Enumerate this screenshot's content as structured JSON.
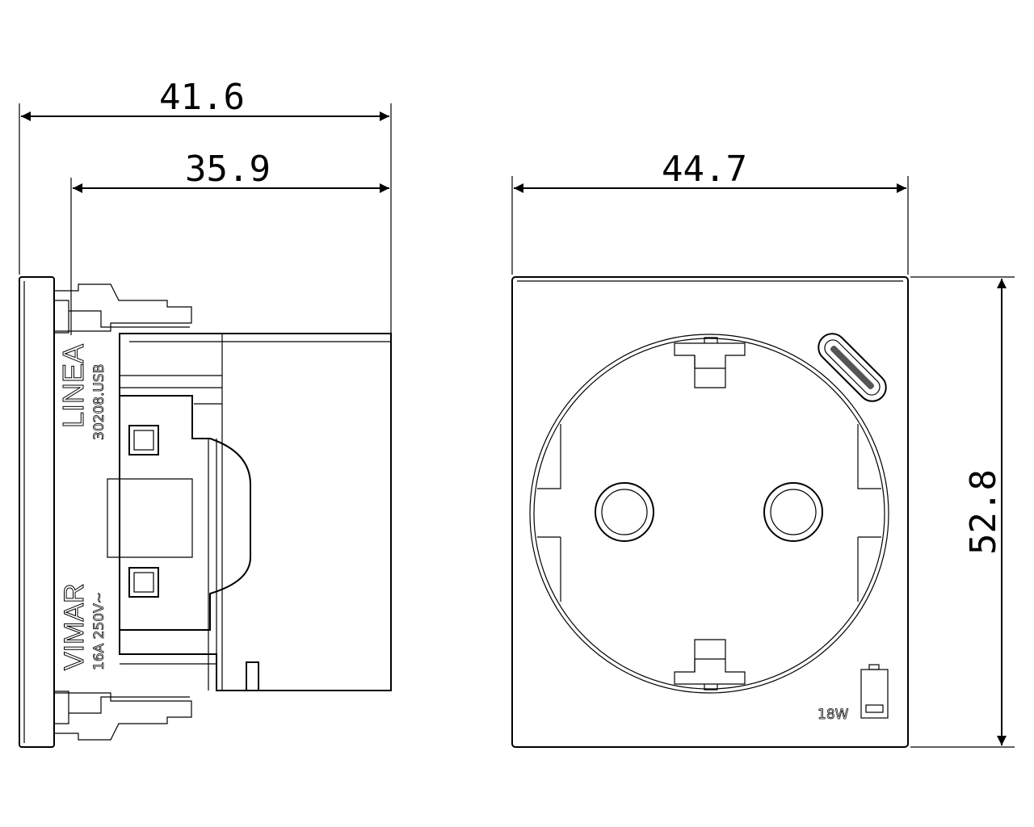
{
  "dimensions": {
    "side_overall_depth": "41.6",
    "side_body_depth": "35.9",
    "front_width": "44.7",
    "front_height": "52.8"
  },
  "side_view": {
    "brand_series": "LINEA",
    "article_code": "30208.USB",
    "brand": "VIMAR",
    "rating": "16A 250V~"
  },
  "front_view": {
    "usb_power": "18W",
    "icons": [
      "usb-c-port-icon",
      "battery-icon"
    ]
  }
}
